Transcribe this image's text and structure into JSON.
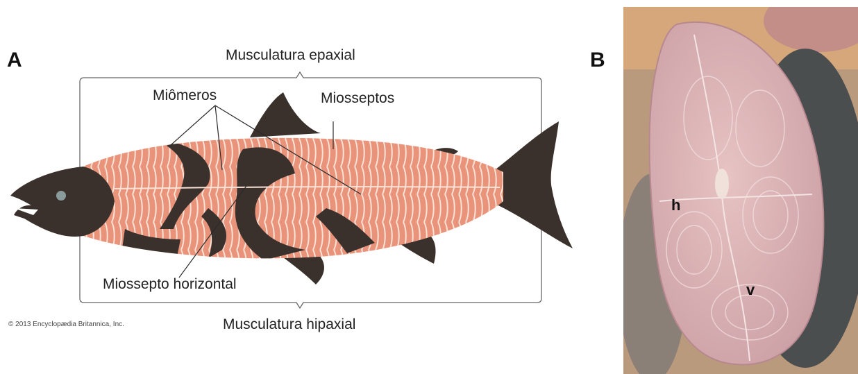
{
  "panel_a": {
    "letter": "A",
    "labels": {
      "epaxial": "Musculatura epaxial",
      "hipaxial": "Musculatura hipaxial",
      "miomeros": "Miômeros",
      "miosseptos": "Miosseptos",
      "horizontal": "Miossepto horizontal"
    },
    "copyright": "© 2013 Encyclopædia Britannica, Inc."
  },
  "panel_b": {
    "letter": "B",
    "labels": {
      "h": "h",
      "v": "v"
    }
  },
  "colors": {
    "fish_dark": "#3a302c",
    "muscle": "#e8937a",
    "septa": "#fbe2d6",
    "photo_flesh": "#d9a9ad"
  }
}
